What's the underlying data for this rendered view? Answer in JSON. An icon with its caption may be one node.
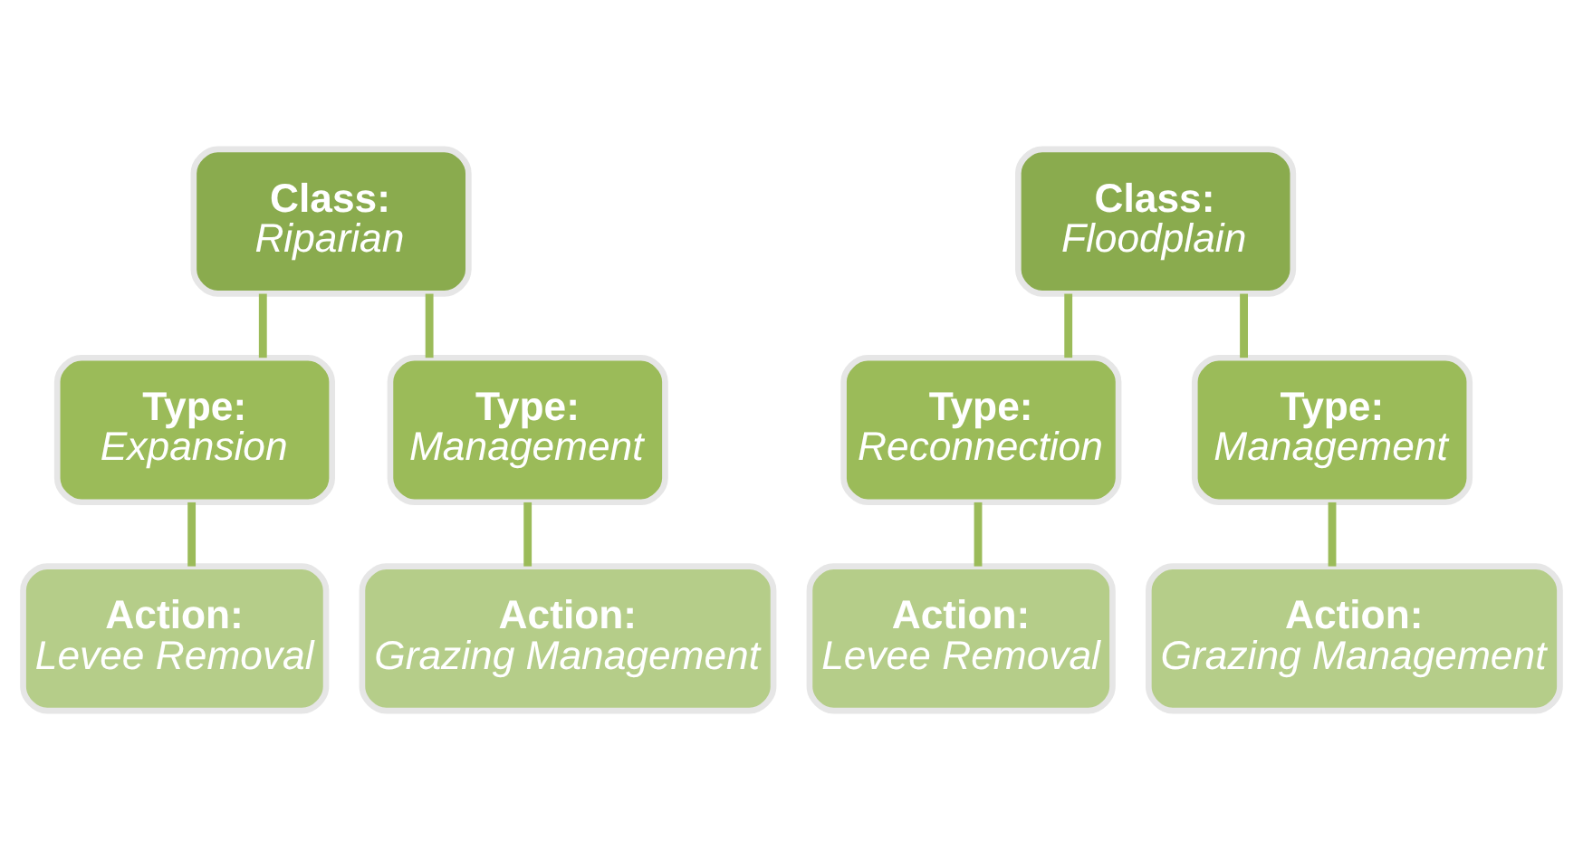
{
  "diagram": {
    "nodes": [
      {
        "text": [
          "Class:",
          "Riparian"
        ]
      },
      {
        "text": [
          "Type:",
          "Expansion"
        ]
      },
      {
        "text": [
          "Type:",
          "Management"
        ]
      },
      {
        "text": [
          "Action:",
          "Levee Removal"
        ]
      },
      {
        "text": [
          "Action:",
          "Grazing Management"
        ]
      },
      {
        "text": [
          "Class:",
          "Floodplain"
        ]
      },
      {
        "text": [
          "Type:",
          "Reconnection"
        ]
      },
      {
        "text": [
          "Type:",
          "Management"
        ]
      },
      {
        "text": [
          "Action:",
          "Levee Removal"
        ]
      },
      {
        "text": [
          "Action:",
          "Grazing Management"
        ]
      }
    ],
    "edges": [
      {
        "from": 0,
        "to": 1,
        "arrow": "none"
      },
      {
        "from": 0,
        "to": 2,
        "arrow": "none"
      },
      {
        "from": 1,
        "to": 3,
        "arrow": "none"
      },
      {
        "from": 2,
        "to": 4,
        "arrow": "none"
      },
      {
        "from": 5,
        "to": 6,
        "arrow": "none"
      },
      {
        "from": 5,
        "to": 7,
        "arrow": "none"
      },
      {
        "from": 6,
        "to": 8,
        "arrow": "none"
      },
      {
        "from": 7,
        "to": 9,
        "arrow": "none"
      }
    ]
  }
}
